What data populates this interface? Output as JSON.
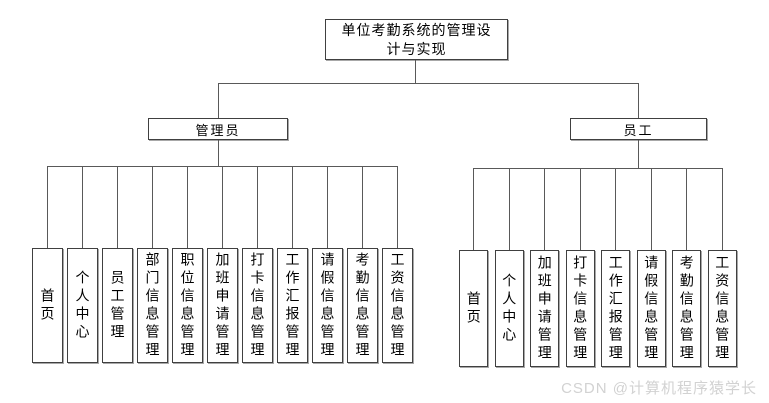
{
  "diagram": {
    "root": {
      "title": "单位考勤系统的管理设计与实现",
      "lines": [
        "单位考勤系统的管理设",
        "计与实现"
      ]
    },
    "branches": [
      {
        "label": "管理员",
        "children": [
          "首页",
          "个人中心",
          "员工管理",
          "部门信息管理",
          "职位信息管理",
          "加班申请管理",
          "打卡信息管理",
          "工作汇报管理",
          "请假信息管理",
          "考勤信息管理",
          "工资信息管理"
        ]
      },
      {
        "label": "员工",
        "children": [
          "首页",
          "个人中心",
          "加班申请管理",
          "打卡信息管理",
          "工作汇报管理",
          "请假信息管理",
          "考勤信息管理",
          "工资信息管理"
        ]
      }
    ]
  },
  "watermark": {
    "text": "CSDN @计算机程序猿学长"
  },
  "colors": {
    "background": "#ffffff",
    "box_border": "#404040",
    "box_shadow": "#a8a8a8",
    "connector_line": "#595959",
    "text": "#000000",
    "watermark": "#d2d2d2"
  }
}
